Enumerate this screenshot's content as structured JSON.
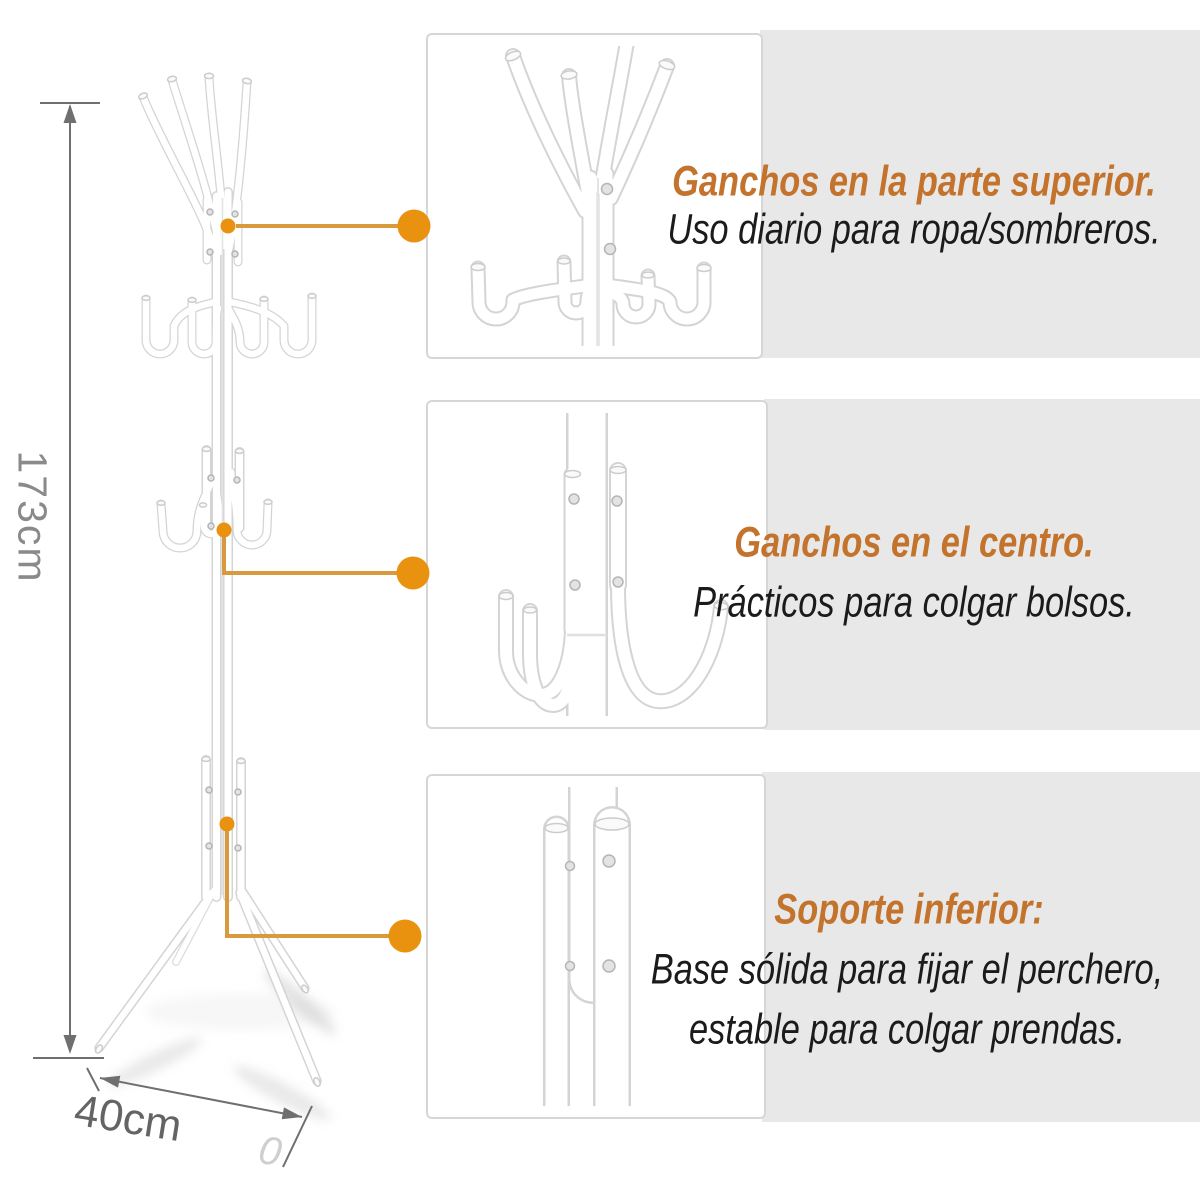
{
  "dimensions": {
    "height_label": "173cm",
    "base_label": "40cm",
    "stray_mark": "0"
  },
  "panels": [
    {
      "title": "Ganchos en la parte superior.",
      "body": [
        "Uso diario para ropa/sombreros."
      ]
    },
    {
      "title": "Ganchos en el centro.",
      "body": [
        "Prácticos para colgar bolsos."
      ]
    },
    {
      "title": "Soporte inferior:",
      "body": [
        "Base sólida para fijar el perchero,",
        "estable para colgar prendas."
      ]
    }
  ],
  "colors": {
    "title_orange": "#c3732c",
    "connector_dot": "#e8920f",
    "connector_line": "#d89a3d",
    "panel_gray": "#e8e8e8",
    "body_text": "#1b1b1b",
    "dimension_gray": "#6f6f6f"
  }
}
